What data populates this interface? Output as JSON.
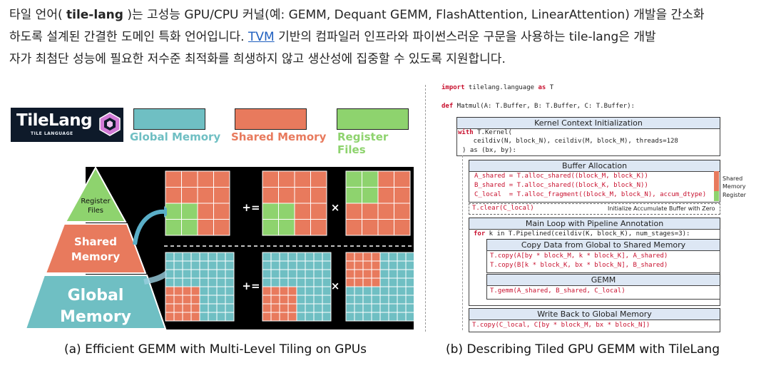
{
  "paragraph": {
    "line1_a": "타일 언어( ",
    "line1_b": "tile-lang",
    "line1_c": " )는 고성능 GPU/CPU 커널(예: GEMM, Dequant GEMM, FlashAttention, LinearAttention) 개발을 간소화",
    "line2_a": "하도록 설계된 간결한 도메인 특화 언어입니다. ",
    "line2_link": "TVM",
    "line2_b": " 기반의 컴파일러 인프라와 파이썬스러운 구문을 사용하는 tile-lang은 개발",
    "line3": "자가 최첨단 성능에 필요한 저수준 최적화를 희생하지 않고 생산성에 집중할 수 있도록 지원합니다."
  },
  "left_figure": {
    "logo_title": "TileLang",
    "logo_subtitle": "TILE LANGUAGE",
    "legend": [
      {
        "label": "Global Memory",
        "color": "#6fbfc3"
      },
      {
        "label": "Shared Memory",
        "color": "#e87a5d"
      },
      {
        "label": "Register Files",
        "color": "#8ed36e"
      }
    ],
    "pyramid": {
      "top": "Register\nFiles",
      "middle": "Shared\nMemory",
      "bottom": "Global\nMemory"
    },
    "ops": {
      "plus_eq": "+=",
      "times": "×"
    },
    "caption": "(a) Efficient GEMM with Multi-Level Tiling on GPUs"
  },
  "right_figure": {
    "code": {
      "import_kw": "import",
      "import_rest": " tilelang.language ",
      "as_kw": "as",
      "import_alias": " T",
      "def_kw": "def",
      "def_rest": " Matmul(A: T.Buffer, B: T.Buffer, C: T.Buffer):",
      "kernel_header": "Kernel Context Initialization",
      "with_kw": "with",
      "kernel_l1": " T.Kernel(",
      "kernel_l2": "    ceildiv(N, block_N), ceildiv(M, block_M), threads=128",
      "kernel_l3": ") as (bx, by):",
      "buffer_header": "Buffer Allocation",
      "buf1": "A_shared = T.alloc_shared((block_M, block_K))",
      "buf2": "B_shared = T.alloc_shared((block_K, block_N))",
      "buf3": "C_local  = T.alloc_fragment((block_M, block_N), accum_dtype)",
      "legend_shared": "Shared\nMemory",
      "legend_register": "Register",
      "clear_code": "T.clear(C_local)",
      "clear_note": "Initialize Accumulate Buffer with Zero",
      "loop_header": "Main Loop with Pipeline Annotation",
      "for_kw": "for",
      "loop_code": " k in T.Pipelined(ceildiv(K, block_K), num_stages=3):",
      "copy_header": "Copy Data from Global to Shared Memory",
      "copy1": "T.copy(A[by * block_M, k * block_K], A_shared)",
      "copy2": "T.copy(B[k * block_K, bx * block_N], B_shared)",
      "gemm_header": "GEMM",
      "gemm_code": "T.gemm(A_shared, B_shared, C_local)",
      "wb_header": "Write Back to Global Memory",
      "wb_code": "T.copy(C_local, C[by * block_M, bx * block_N])"
    },
    "caption": "(b) Describing Tiled GPU GEMM with TileLang"
  },
  "colors": {
    "global": "#6fbfc3",
    "shared": "#e87a5d",
    "register": "#8ed36e",
    "link": "#1f5fbf",
    "keyword": "#c8102e",
    "header_bg": "#dde7f4"
  }
}
